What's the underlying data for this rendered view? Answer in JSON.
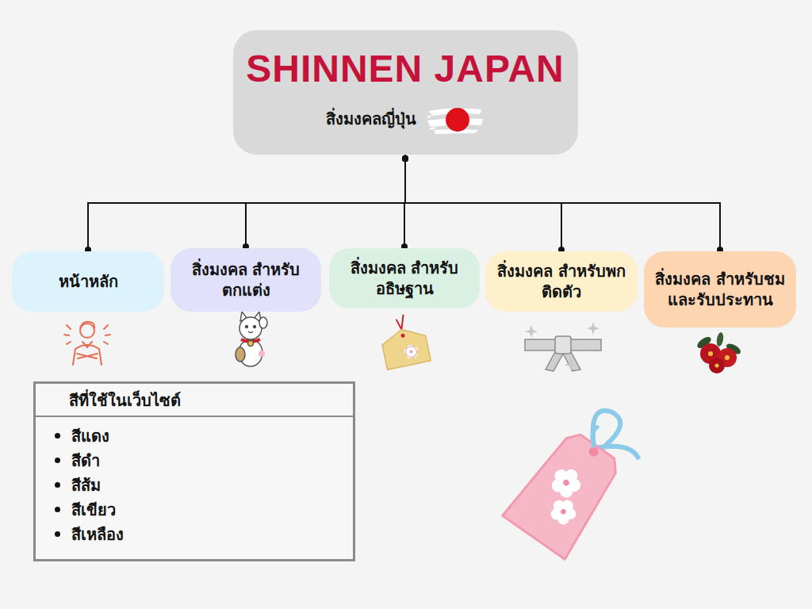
{
  "diagram": {
    "nodes": [
      {
        "text": [
          "SHINNEN JAPAN",
          "สิ่งมงคลญี่ปุ่น"
        ]
      },
      {
        "text": [
          "หน้าหลัก"
        ]
      },
      {
        "text": [
          "สิ่งมงคล สำหรับตกแต่ง"
        ]
      },
      {
        "text": [
          "สิ่งมงคล สำหรับอธิษฐาน"
        ]
      },
      {
        "text": [
          "สิ่งมงคล สำหรับพกติดตัว"
        ]
      },
      {
        "text": [
          "สิ่งมงคล สำหรับชม และรับประทาน"
        ]
      },
      {
        "text": [
          "สีที่ใช้ในเว็บไซต์",
          "สีแดง",
          "สีดำ",
          "สีส้ม",
          "สีเขียว",
          "สีเหลือง"
        ]
      }
    ],
    "edges": [
      {
        "from": 0,
        "to": 1,
        "arrow": "none"
      },
      {
        "from": 0,
        "to": 2,
        "arrow": "none"
      },
      {
        "from": 0,
        "to": 3,
        "arrow": "none"
      },
      {
        "from": 0,
        "to": 4,
        "arrow": "none"
      },
      {
        "from": 0,
        "to": 5,
        "arrow": "none"
      }
    ]
  }
}
